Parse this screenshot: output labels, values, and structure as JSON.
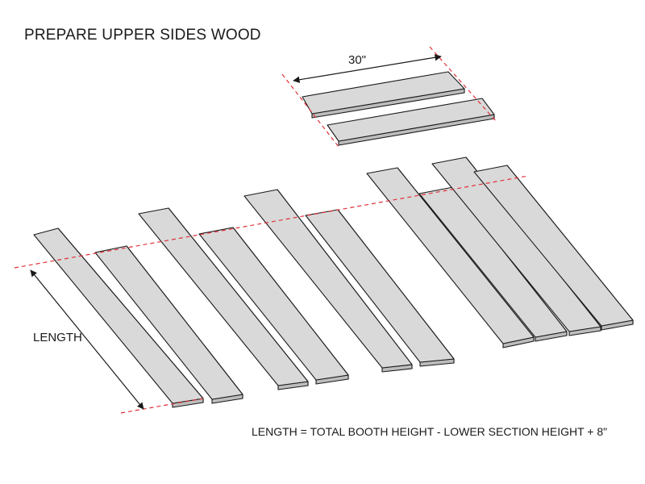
{
  "title": "PREPARE UPPER SIDES WOOD",
  "dimensions": {
    "top_width": "30\"",
    "length_label": "LENGTH"
  },
  "formula": "LENGTH = TOTAL BOOTH HEIGHT - LOWER SECTION HEIGHT + 8\"",
  "colors": {
    "board_face": "#d9d9d9",
    "board_edge": "#bdbdbd",
    "outline": "#1a1a1a",
    "cut_line": "#e0303a"
  }
}
